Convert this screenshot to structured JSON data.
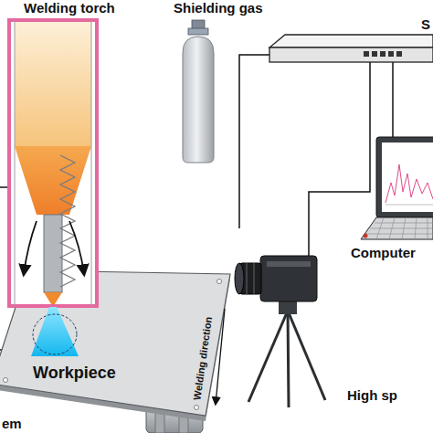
{
  "diagram": {
    "labels": [
      "Welding torch",
      "Shielding gas",
      "S",
      "Workpiece",
      "Welding direction",
      "Computer",
      "High sp",
      "em"
    ]
  }
}
